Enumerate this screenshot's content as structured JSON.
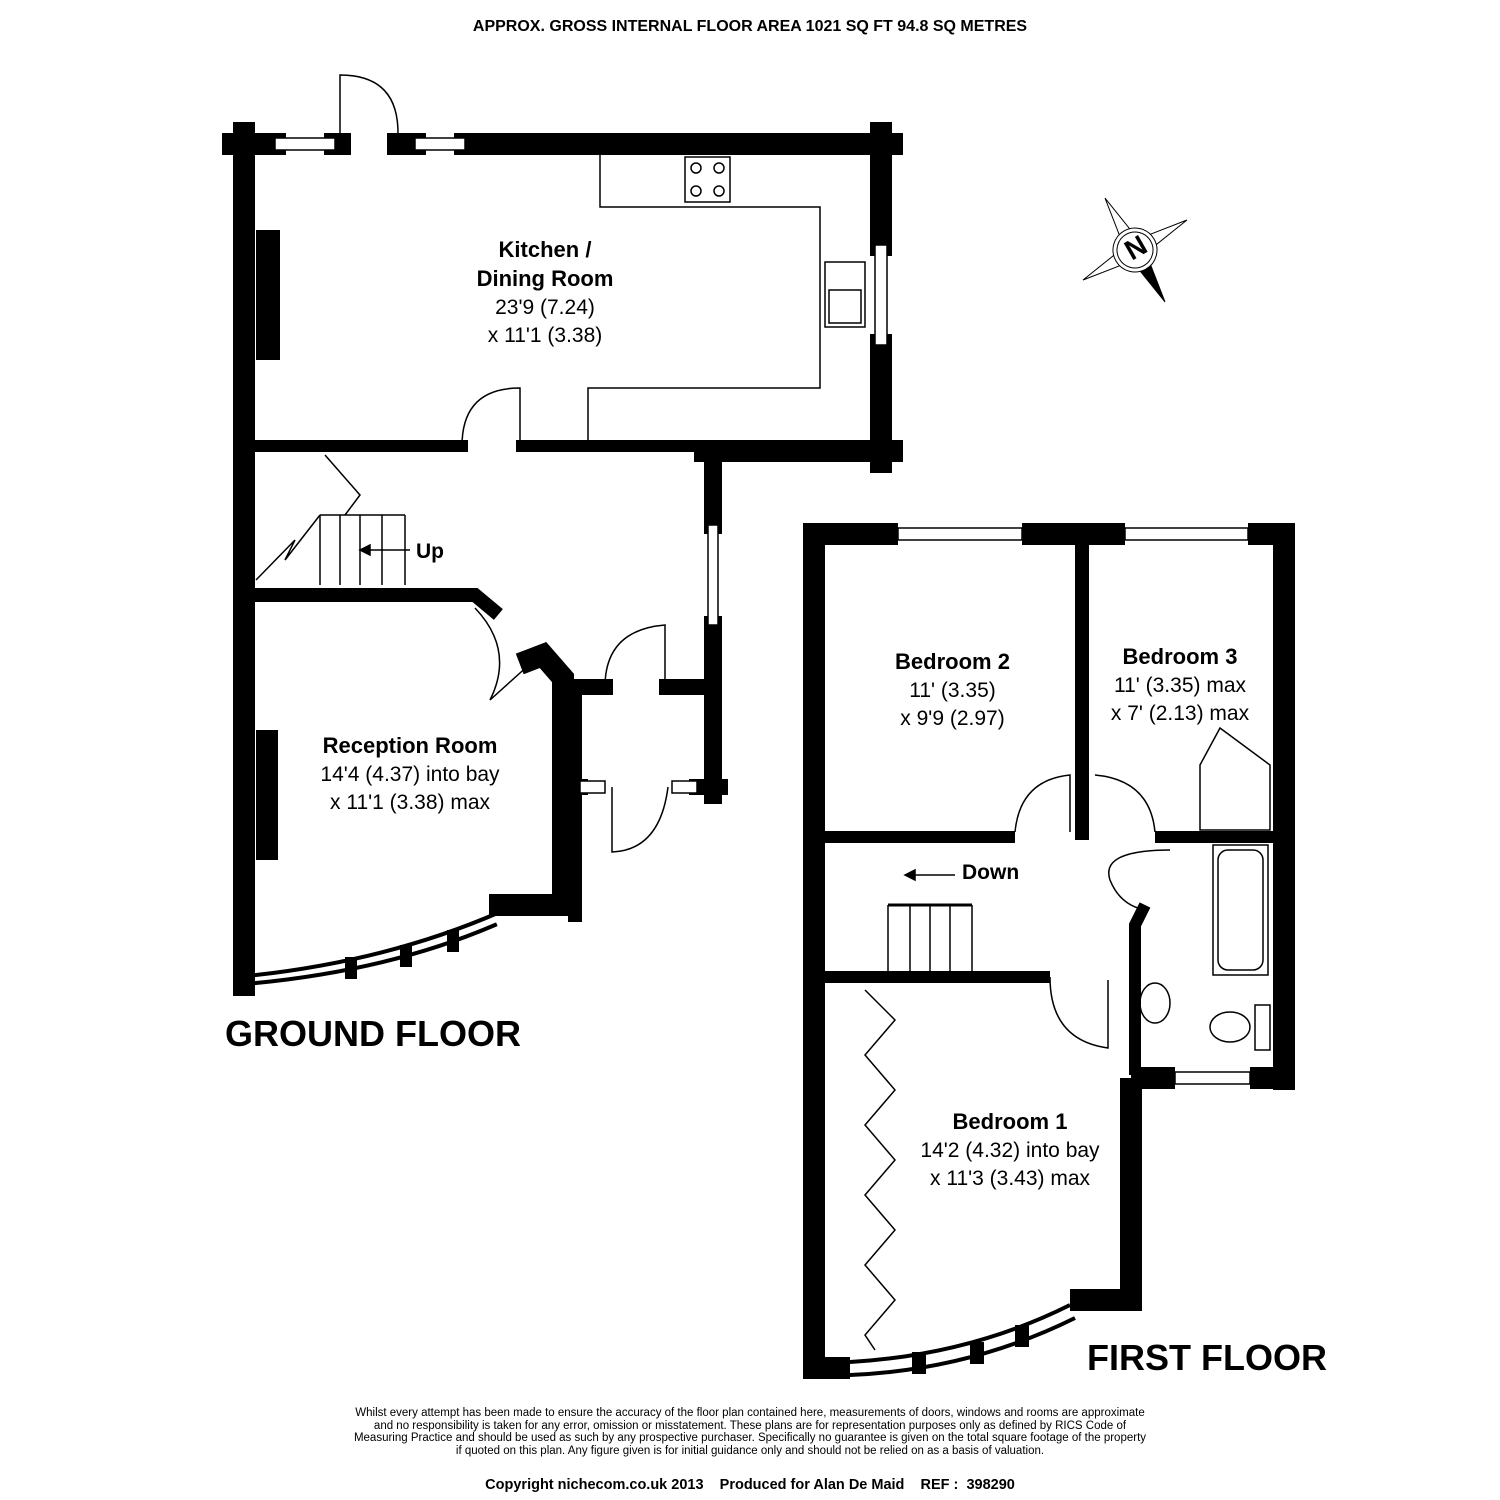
{
  "header": {
    "area_text": "APPROX. GROSS INTERNAL FLOOR AREA 1021 SQ FT 94.8 SQ METRES"
  },
  "ground_floor": {
    "label": "GROUND FLOOR",
    "stairs_label": "Up",
    "rooms": [
      {
        "name": "Kitchen /",
        "name2": "Dining Room",
        "dim1": "23'9 (7.24)",
        "dim2": "x 11'1 (3.38)"
      },
      {
        "name": "Reception Room",
        "dim1": "14'4 (4.37) into bay",
        "dim2": "x 11'1 (3.38) max"
      }
    ]
  },
  "first_floor": {
    "label": "FIRST FLOOR",
    "stairs_label": "Down",
    "rooms": [
      {
        "name": "Bedroom 2",
        "dim1": "11' (3.35)",
        "dim2": "x 9'9 (2.97)"
      },
      {
        "name": "Bedroom 3",
        "dim1": "11' (3.35) max",
        "dim2": "x 7' (2.13) max"
      },
      {
        "name": "Bedroom 1",
        "dim1": "14'2 (4.32) into bay",
        "dim2": "x 11'3 (3.43) max"
      }
    ]
  },
  "compass": {
    "letter": "N"
  },
  "footer": {
    "disclaimer": "Whilst every attempt has been made to ensure the accuracy of the floor plan contained here, measurements of doors, windows and rooms are approximate and no responsibility is taken for any error, omission or misstatement. These plans are for representation purposes only as defined by RICS Code of Measuring Practice and should be used as such by any prospective purchaser.  Specifically no guarantee is given on the total square footage of the property if quoted on this plan. Any figure given is for initial guidance only and should not be relied on as a basis of valuation.",
    "copyright": "Copyright nichecom.co.uk 2013    Produced for Alan De Maid    REF :  398290"
  }
}
